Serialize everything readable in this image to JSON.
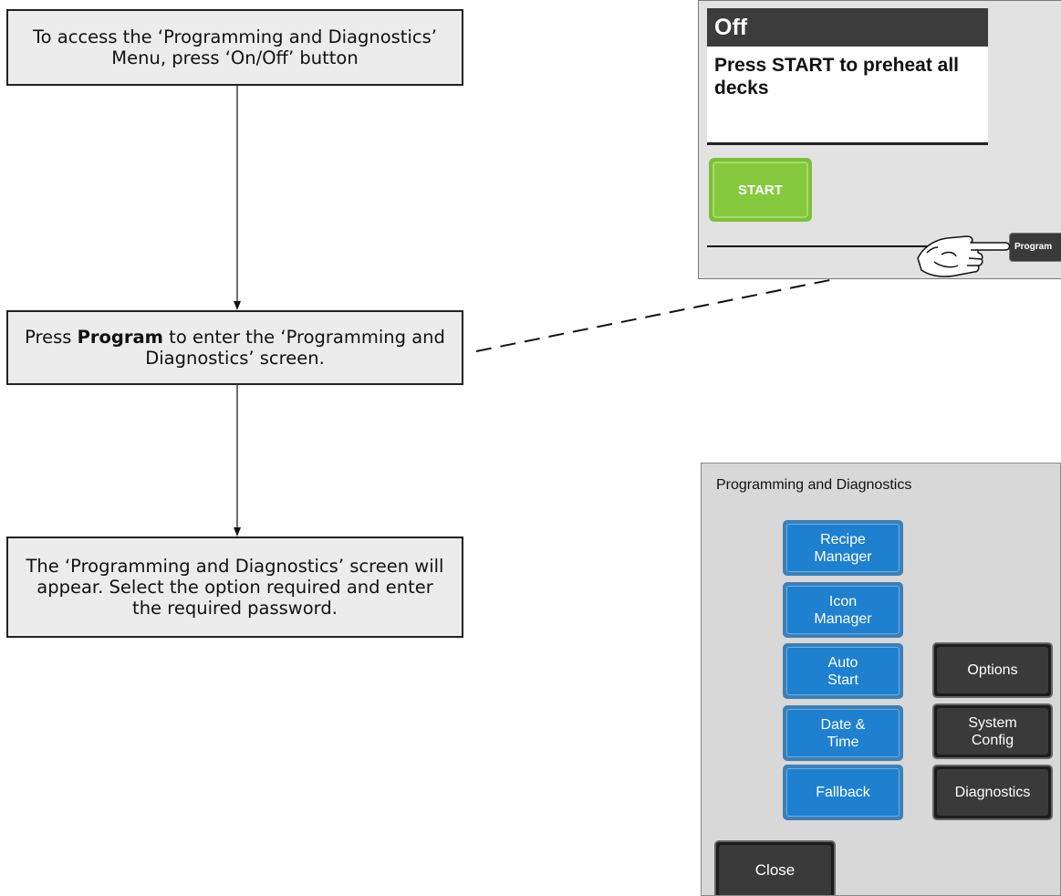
{
  "steps": [
    {
      "text": "To access the ‘Programming and Diagnostics’ Menu, press ‘On/Off’ button"
    },
    {
      "before": "Press ",
      "bold": "Program",
      "after": " to enter the  ‘Programming and Diagnostics’ screen."
    },
    {
      "text": "The ‘Programming and Diagnostics’ screen will appear.  Select the option required and enter the required password."
    }
  ],
  "off_screen": {
    "status": "Off",
    "message": "Press START to preheat all decks",
    "start_label": "START",
    "program_label": "Program",
    "start_color": "#86c93e",
    "header_color": "#3c3c3c"
  },
  "prog_screen": {
    "title": "Programming and Diagnostics",
    "left_buttons": [
      {
        "label": "Recipe\nManager"
      },
      {
        "label": "Icon\nManager"
      },
      {
        "label": "Auto\nStart"
      },
      {
        "label": "Date &\nTime"
      },
      {
        "label": "Fallback"
      }
    ],
    "right_buttons": [
      {
        "label": "Options"
      },
      {
        "label": "System\nConfig"
      },
      {
        "label": "Diagnostics"
      }
    ],
    "close_label": "Close",
    "blue_color": "#1e80cf",
    "dark_color": "#3a3a3a"
  },
  "icons": {
    "pointer": "pointing-hand-icon"
  }
}
